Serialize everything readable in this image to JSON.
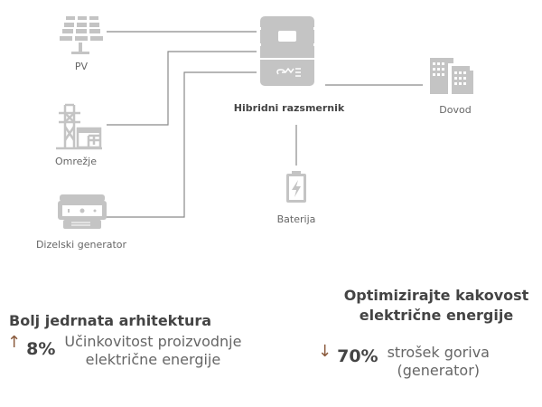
{
  "diagram": {
    "nodes": {
      "pv": {
        "label": "PV",
        "icon": "solar-panel-icon"
      },
      "grid": {
        "label": "Omrežje",
        "icon": "power-tower-icon"
      },
      "generator": {
        "label": "Dizelski generator",
        "icon": "diesel-generator-icon"
      },
      "inverter": {
        "label": "Hibridni razsmernik",
        "icon": "inverter-icon",
        "logo": "G∿E"
      },
      "load": {
        "label": "Dovod",
        "icon": "buildings-icon"
      },
      "battery": {
        "label": "Baterija",
        "icon": "battery-icon"
      }
    },
    "colors": {
      "icon": "#c4c4c4",
      "line": "#888888",
      "accent": "#8a5a3c"
    }
  },
  "features": [
    {
      "heading": "Bolj jedrnata arhitektura",
      "direction": "up",
      "arrow": "↑",
      "value": "8%",
      "description_line1": "Učinkovitost proizvodnje",
      "description_line2": "električne energije"
    },
    {
      "heading_line1": "Optimizirajte kakovost",
      "heading_line2": "električne energije",
      "direction": "down",
      "arrow": "↓",
      "value": "70%",
      "description_line1": "strošek goriva",
      "description_line2": "(generator)"
    }
  ]
}
